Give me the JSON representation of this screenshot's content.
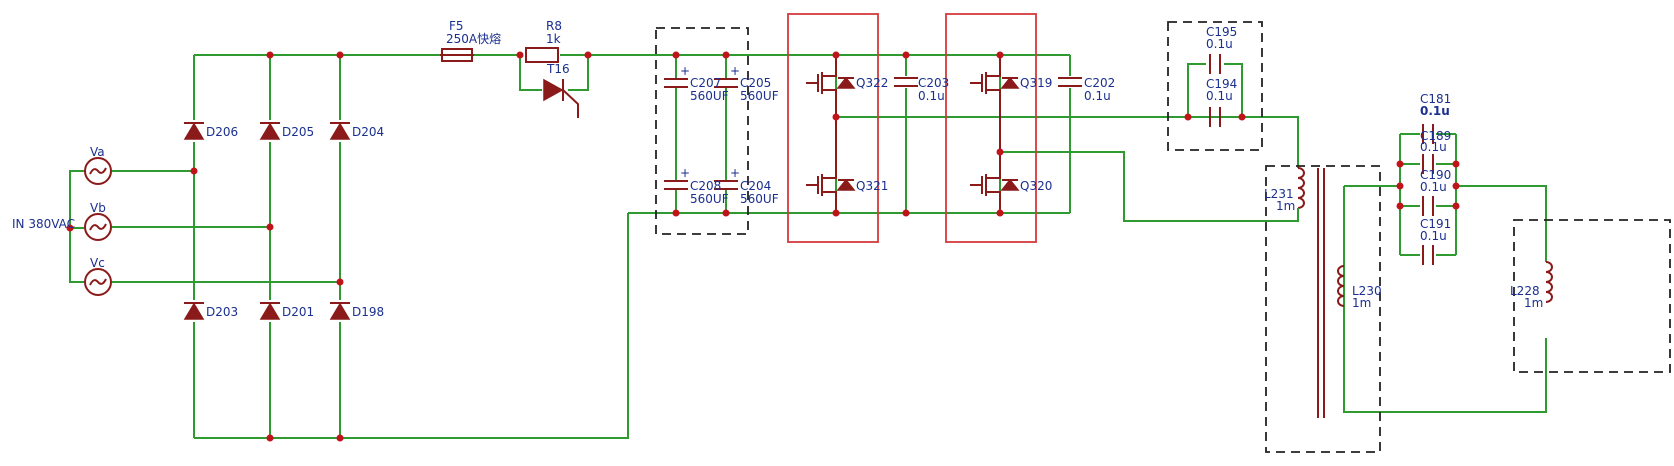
{
  "input_label": "IN 380VAC",
  "sources": [
    {
      "ref": "Va"
    },
    {
      "ref": "Vb"
    },
    {
      "ref": "Vc"
    }
  ],
  "diodes": [
    {
      "ref": "D206"
    },
    {
      "ref": "D205"
    },
    {
      "ref": "D204"
    },
    {
      "ref": "D203"
    },
    {
      "ref": "D201"
    },
    {
      "ref": "D198"
    }
  ],
  "fuse": {
    "ref": "F5",
    "value": "250A快熔"
  },
  "resistor": {
    "ref": "R8",
    "value": "1k"
  },
  "thyristor": {
    "ref": "T16"
  },
  "electrolytics": [
    {
      "ref": "C207",
      "value": "560UF"
    },
    {
      "ref": "C205",
      "value": "560UF"
    },
    {
      "ref": "C208",
      "value": "560UF"
    },
    {
      "ref": "C204",
      "value": "560UF"
    }
  ],
  "transistors": [
    {
      "ref": "Q322"
    },
    {
      "ref": "Q321"
    },
    {
      "ref": "Q319"
    },
    {
      "ref": "Q320"
    }
  ],
  "caps": [
    {
      "ref": "C203",
      "value": "0.1u"
    },
    {
      "ref": "C202",
      "value": "0.1u"
    },
    {
      "ref": "C195",
      "value": "0.1u"
    },
    {
      "ref": "C194",
      "value": "0.1u"
    },
    {
      "ref": "C181",
      "value": "0.1u"
    },
    {
      "ref": "C189",
      "value": "0.1u"
    },
    {
      "ref": "C190",
      "value": "0.1u"
    },
    {
      "ref": "C191",
      "value": "0.1u"
    }
  ],
  "inductors": [
    {
      "ref": "L231",
      "value": "1m"
    },
    {
      "ref": "L230",
      "value": "1m"
    },
    {
      "ref": "L228",
      "value": "1m"
    }
  ],
  "colors": {
    "wire": "#2f9a2f",
    "component": "#8b1a1a",
    "label": "#1a2f8f",
    "junction": "#c0141a",
    "module_box": "#d43a3a"
  }
}
